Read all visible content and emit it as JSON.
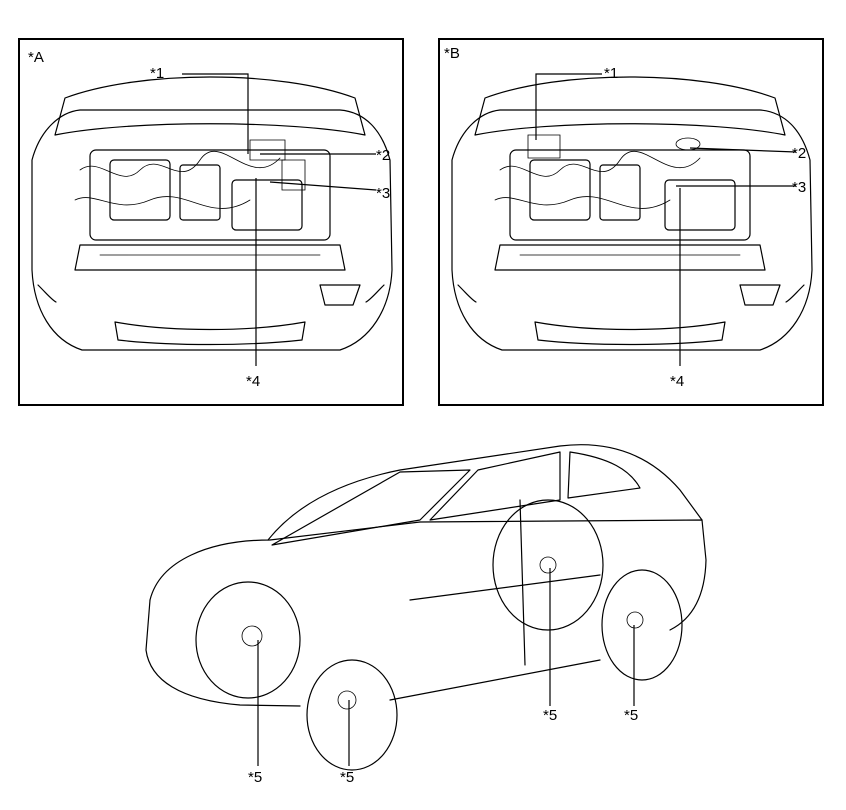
{
  "panels": [
    {
      "id": "A",
      "tag": "*A",
      "callouts": [
        "*1",
        "*2",
        "*3",
        "*4"
      ]
    },
    {
      "id": "B",
      "tag": "*B",
      "callouts": [
        "*1",
        "*2",
        "*3",
        "*4"
      ]
    }
  ],
  "car_view": {
    "callouts": [
      "*5",
      "*5",
      "*5",
      "*5"
    ]
  }
}
